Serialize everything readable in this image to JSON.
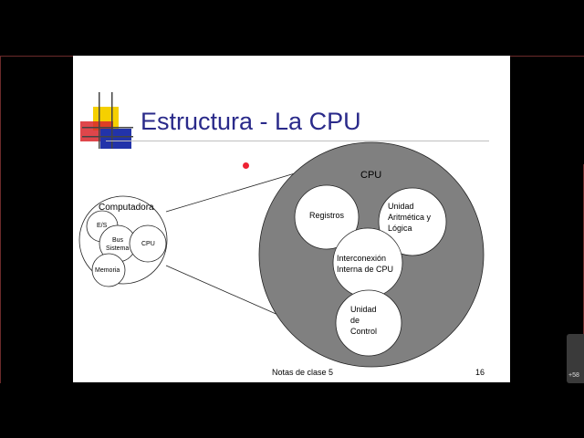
{
  "slide": {
    "title": "Estructura - La CPU",
    "footer_note": "Notas de clase 5",
    "page_number": "16"
  },
  "computer_diagram": {
    "label": "Computadora",
    "es": "E/S",
    "bus_line1": "Bus",
    "bus_line2": "Sistema",
    "cpu": "CPU",
    "memoria": "Memoria"
  },
  "cpu_diagram": {
    "label": "CPU",
    "registros": "Registros",
    "alu_line1": "Unidad",
    "alu_line2": "Aritmética y",
    "alu_line3": "Lógica",
    "interconnect_line1": "Interconexión",
    "interconnect_line2": "Interna de CPU",
    "control_line1": "Unidad",
    "control_line2": "de",
    "control_line3": "Control"
  },
  "participants_widget": {
    "count": "+58"
  },
  "colors": {
    "title": "#2a2a8a",
    "cpu_fill": "#808080",
    "logo_yellow": "#f5d000",
    "logo_red": "#d9262b",
    "logo_blue": "#2233aa"
  }
}
